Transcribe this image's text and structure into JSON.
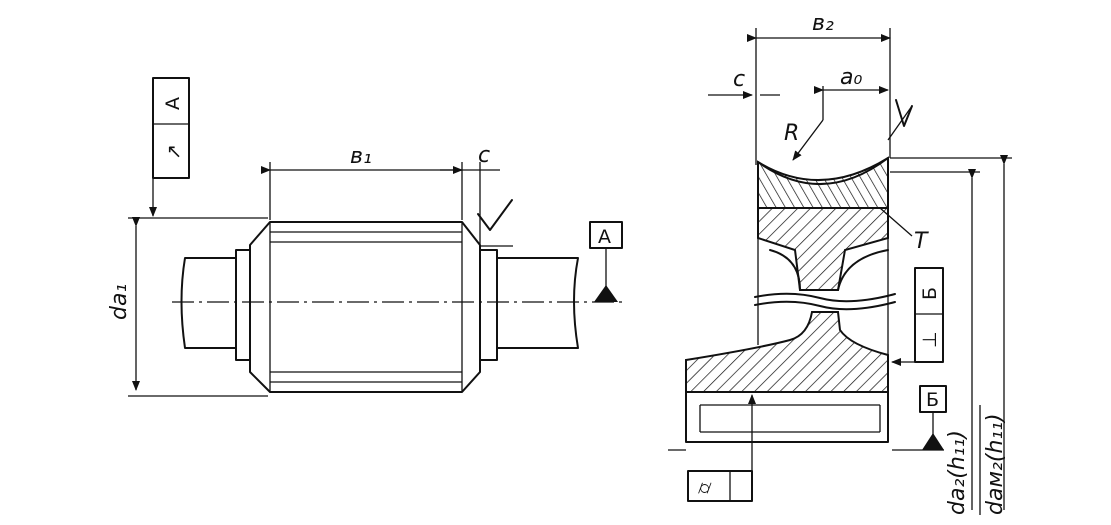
{
  "left_view": {
    "datum_A_label": "А",
    "runout_symbol": "↗",
    "runout_datum": "А",
    "b1_label": "в₁",
    "chamfer_label": "с",
    "da1_label": "da₁"
  },
  "right_view": {
    "b2_label": "в₂",
    "chamfer_label": "с",
    "a0_label": "а₀",
    "R_label": "R",
    "T_label": "Т",
    "datum_B_label": "Б",
    "perp_symbol": "⊥",
    "perp_datum": "Б",
    "cyl_symbol": "⌭",
    "da2_label": "da₂(h₁₁)",
    "dam2_label": "daм₂(h₁₁)"
  },
  "colors": {
    "ink": "#111111",
    "paper": "#ffffff"
  }
}
